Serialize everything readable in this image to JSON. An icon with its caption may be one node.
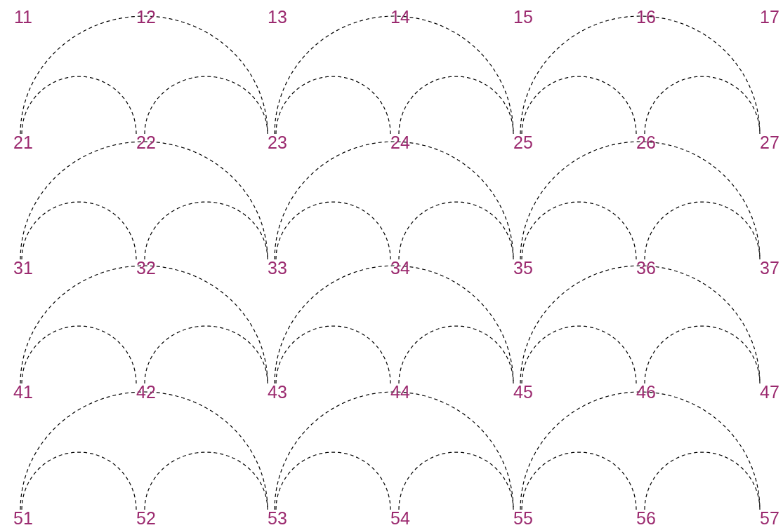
{
  "diagram": {
    "nodes": [
      {
        "text": [
          "21"
        ]
      },
      {
        "text": [
          "22"
        ]
      },
      {
        "text": [
          "23"
        ]
      },
      {
        "text": [
          "24"
        ]
      },
      {
        "text": [
          "25"
        ]
      },
      {
        "text": [
          "26"
        ]
      },
      {
        "text": [
          "27"
        ]
      },
      {
        "text": [
          "31"
        ]
      },
      {
        "text": [
          "32"
        ]
      },
      {
        "text": [
          "33"
        ]
      },
      {
        "text": [
          "34"
        ]
      },
      {
        "text": [
          "35"
        ]
      },
      {
        "text": [
          "36"
        ]
      },
      {
        "text": [
          "37"
        ]
      },
      {
        "text": [
          "41"
        ]
      },
      {
        "text": [
          "42"
        ]
      },
      {
        "text": [
          "43"
        ]
      },
      {
        "text": [
          "44"
        ]
      },
      {
        "text": [
          "45"
        ]
      },
      {
        "text": [
          "46"
        ]
      },
      {
        "text": [
          "47"
        ]
      },
      {
        "text": [
          "51"
        ]
      },
      {
        "text": [
          "52"
        ]
      },
      {
        "text": [
          "53"
        ]
      },
      {
        "text": [
          "54"
        ]
      },
      {
        "text": [
          "55"
        ]
      },
      {
        "text": [
          "56"
        ]
      },
      {
        "text": [
          "57"
        ]
      }
    ],
    "edges": [
      {
        "from": 0,
        "to": 1,
        "arrow": "none",
        "style": "dashed"
      },
      {
        "from": 1,
        "to": 2,
        "arrow": "none",
        "style": "dashed"
      },
      {
        "from": 2,
        "to": 3,
        "arrow": "none",
        "style": "dashed"
      },
      {
        "from": 3,
        "to": 4,
        "arrow": "none",
        "style": "dashed"
      },
      {
        "from": 4,
        "to": 5,
        "arrow": "none",
        "style": "dashed"
      },
      {
        "from": 5,
        "to": 6,
        "arrow": "none",
        "style": "dashed"
      },
      {
        "from": 0,
        "to": 2,
        "arrow": "none",
        "style": "dashed"
      },
      {
        "from": 2,
        "to": 4,
        "arrow": "none",
        "style": "dashed"
      },
      {
        "from": 4,
        "to": 6,
        "arrow": "none",
        "style": "dashed"
      },
      {
        "from": 7,
        "to": 8,
        "arrow": "none",
        "style": "dashed"
      },
      {
        "from": 8,
        "to": 9,
        "arrow": "none",
        "style": "dashed"
      },
      {
        "from": 9,
        "to": 10,
        "arrow": "none",
        "style": "dashed"
      },
      {
        "from": 10,
        "to": 11,
        "arrow": "none",
        "style": "dashed"
      },
      {
        "from": 11,
        "to": 12,
        "arrow": "none",
        "style": "dashed"
      },
      {
        "from": 12,
        "to": 13,
        "arrow": "none",
        "style": "dashed"
      },
      {
        "from": 7,
        "to": 9,
        "arrow": "none",
        "style": "dashed"
      },
      {
        "from": 9,
        "to": 11,
        "arrow": "none",
        "style": "dashed"
      },
      {
        "from": 11,
        "to": 13,
        "arrow": "none",
        "style": "dashed"
      },
      {
        "from": 14,
        "to": 15,
        "arrow": "none",
        "style": "dashed"
      },
      {
        "from": 15,
        "to": 16,
        "arrow": "none",
        "style": "dashed"
      },
      {
        "from": 16,
        "to": 17,
        "arrow": "none",
        "style": "dashed"
      },
      {
        "from": 17,
        "to": 18,
        "arrow": "none",
        "style": "dashed"
      },
      {
        "from": 18,
        "to": 19,
        "arrow": "none",
        "style": "dashed"
      },
      {
        "from": 19,
        "to": 20,
        "arrow": "none",
        "style": "dashed"
      },
      {
        "from": 14,
        "to": 16,
        "arrow": "none",
        "style": "dashed"
      },
      {
        "from": 16,
        "to": 18,
        "arrow": "none",
        "style": "dashed"
      },
      {
        "from": 18,
        "to": 20,
        "arrow": "none",
        "style": "dashed"
      },
      {
        "from": 21,
        "to": 22,
        "arrow": "none",
        "style": "dashed"
      },
      {
        "from": 22,
        "to": 23,
        "arrow": "none",
        "style": "dashed"
      },
      {
        "from": 23,
        "to": 24,
        "arrow": "none",
        "style": "dashed"
      },
      {
        "from": 24,
        "to": 25,
        "arrow": "none",
        "style": "dashed"
      },
      {
        "from": 25,
        "to": 26,
        "arrow": "none",
        "style": "dashed"
      },
      {
        "from": 26,
        "to": 27,
        "arrow": "none",
        "style": "dashed"
      },
      {
        "from": 21,
        "to": 23,
        "arrow": "none",
        "style": "dashed"
      },
      {
        "from": 23,
        "to": 25,
        "arrow": "none",
        "style": "dashed"
      },
      {
        "from": 25,
        "to": 27,
        "arrow": "none",
        "style": "dashed"
      }
    ],
    "labels": [
      "11",
      "12",
      "13",
      "14",
      "15",
      "16",
      "17"
    ]
  }
}
